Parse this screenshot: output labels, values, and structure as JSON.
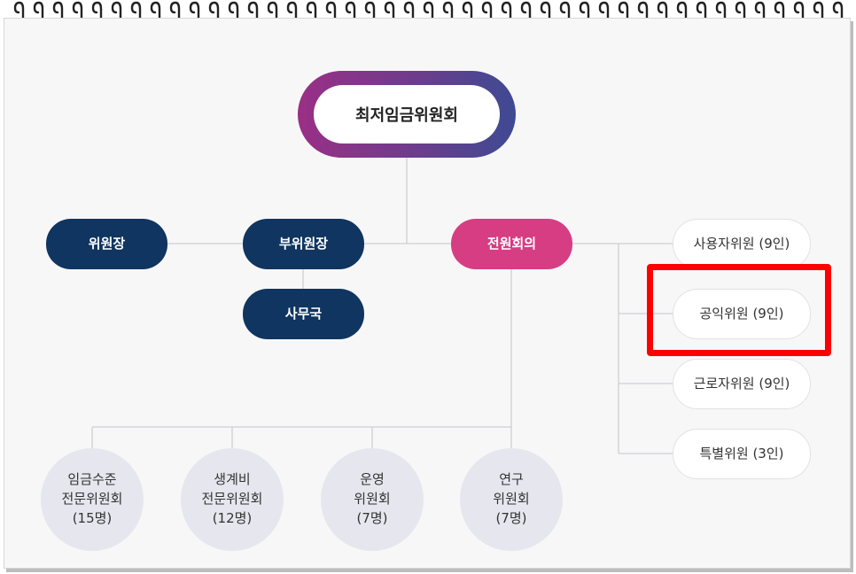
{
  "root": {
    "label": "최저임금위원회"
  },
  "left_nodes": {
    "chair": "위원장",
    "vice_chair": "부위원장",
    "secretariat": "사무국"
  },
  "plenary": {
    "label": "전원회의"
  },
  "members": [
    {
      "label": "사용자위원 (9인)"
    },
    {
      "label": "공익위원 (9인)"
    },
    {
      "label": "근로자위원 (9인)"
    },
    {
      "label": "특별위원 (3인)"
    }
  ],
  "committees": [
    {
      "label": "임금수준\n전문위원회\n(15명)"
    },
    {
      "label": "생계비\n전문위원회\n(12명)"
    },
    {
      "label": "운영\n위원회\n(7명)"
    },
    {
      "label": "연구\n위원회\n(7명)"
    }
  ],
  "highlight": {
    "target": "공익위원 (9인)",
    "color": "#ff0000"
  },
  "colors": {
    "navy": "#0f3560",
    "pink": "#d63d83",
    "root_gradient_start": "#9a2f86",
    "root_gradient_end": "#3e4a93",
    "circle_fill": "#e6e6ee"
  }
}
